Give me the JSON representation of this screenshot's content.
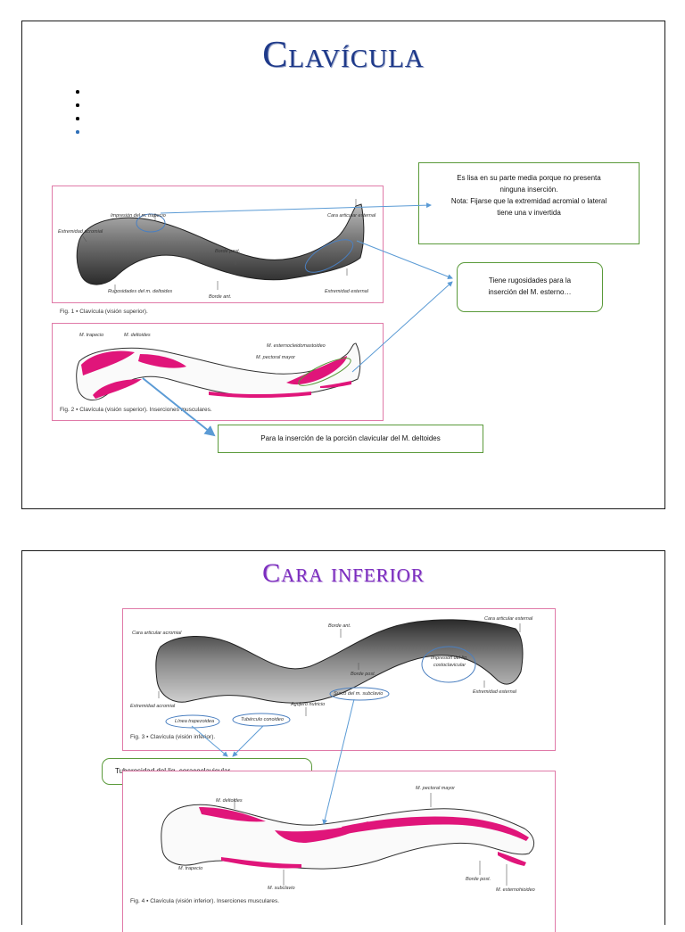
{
  "slide1": {
    "title": "Clavícula",
    "bullet_count": 4,
    "fig1": {
      "labels": {
        "impresion_trapecio": "Impresión del m. trapecio",
        "extremidad_acromial": "Extremidad acromial",
        "cara_articular_esternal": "Cara articular esternal",
        "borde_post": "Borde post.",
        "rugosidades_deltoides": "Rugosidades del m. deltoides",
        "borde_ant": "Borde ant.",
        "extremidad_esternal": "Extremidad esternal"
      },
      "caption_prefix": "Fig. 1",
      "caption_text": "Clavícula (visión superior)."
    },
    "fig2": {
      "labels": {
        "trapecio": "M. trapecio",
        "deltoides": "M. deltoides",
        "esternocleidomastoideo": "M. esternocleidomastoideo",
        "pectoral_mayor": "M. pectoral mayor"
      },
      "caption_prefix": "Fig. 2",
      "caption_text": "Clavícula (visión superior). Inserciones musculares."
    },
    "note_smooth_line1": "Es lisa en su parte media porque no presenta",
    "note_smooth_line2": "ninguna inserción.",
    "note_smooth_line3": "Nota: Fijarse que la extremidad acromial o lateral",
    "note_smooth_line4": "tiene una v invertida",
    "note_rough_line1": "Tiene rugosidades para la",
    "note_rough_line2": "inserción del M. esterno…",
    "note_deltoid": "Para la inserción de la porción clavicular del M. deltoides"
  },
  "slide2": {
    "title": "Cara inferior",
    "fig3": {
      "labels": {
        "cara_articular_acromial": "Cara articular acromial",
        "borde_ant": "Borde ant.",
        "cara_articular_esternal": "Cara articular esternal",
        "borde_post": "Borde post.",
        "impresion_costoclavicular_1": "Impresión del lig.",
        "impresion_costoclavicular_2": "costoclavicular",
        "extremidad_acromial": "Extremidad acromial",
        "surco_subclavio": "Surco del m. subclavio",
        "agujero_nutricio": "Agujero nutricio",
        "linea_trapezoidea": "Línea trapezoidea",
        "tuberculo_conoideo": "Tubérculo conoideo",
        "extremidad_esternal": "Extremidad esternal"
      },
      "caption_prefix": "Fig. 3",
      "caption_text": "Clavícula (visión inferior)."
    },
    "note_tuberosity": "Tuberosidad del lig. coracoclavicular",
    "fig4": {
      "labels": {
        "deltoides": "M. deltoides",
        "pectoral_mayor": "M. pectoral mayor",
        "trapecio": "M. trapecio",
        "subclavio": "M. subclavio",
        "borde_post": "Borde post.",
        "esternohioideo": "M. esternohioideo"
      },
      "caption_prefix": "Fig. 4",
      "caption_text": "Clavícula (visión inferior). Inserciones musculares."
    }
  },
  "colors": {
    "title1": "#1f3a8a",
    "title2": "#7b2cbf",
    "muscle_insertion": "#e0157a",
    "callout_border": "#5a9a3a",
    "arrow": "#5b9bd5",
    "figure_frame": "#e07aa8"
  }
}
